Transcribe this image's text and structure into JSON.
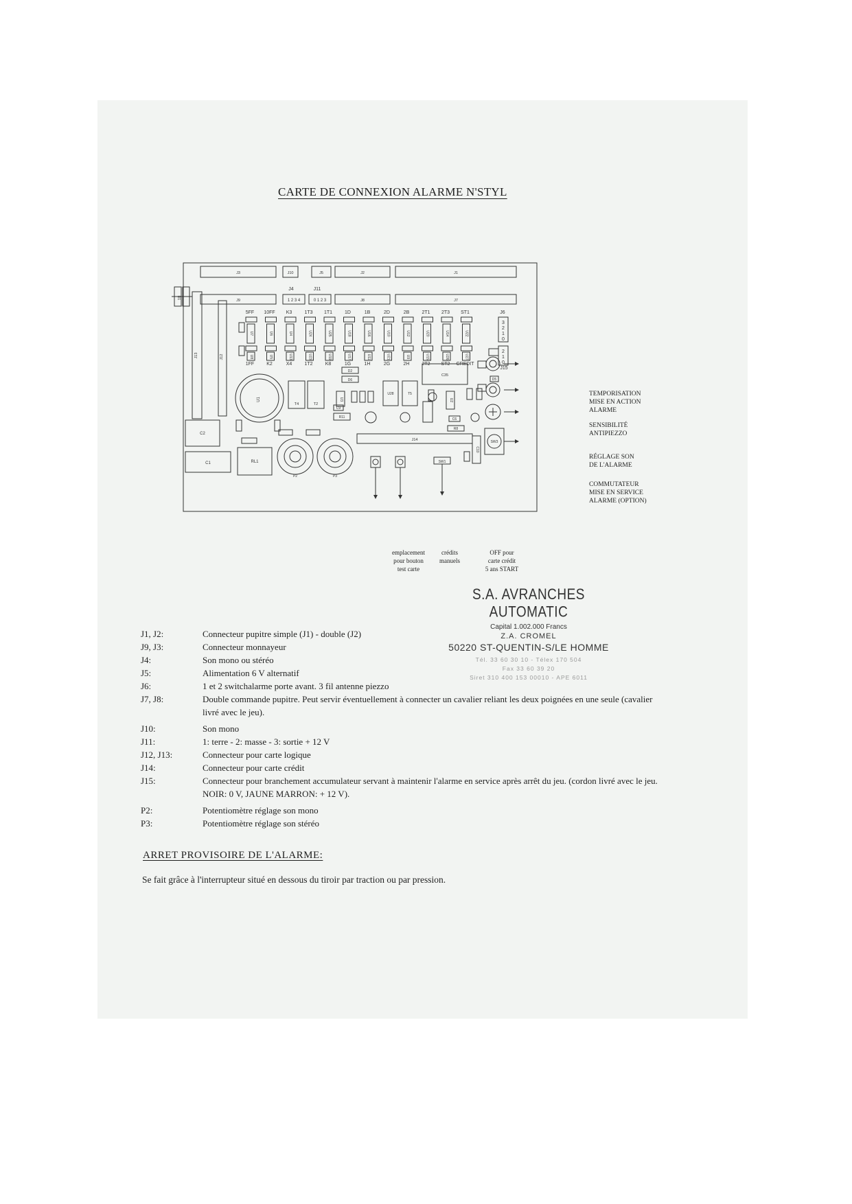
{
  "document": {
    "title": "CARTE DE CONNEXION ALARME N'STYL"
  },
  "diagram": {
    "connectors_top": [
      "J3",
      "J10",
      "J5",
      "J2",
      "J1"
    ],
    "connectors_second": [
      "J9",
      "J8",
      "J7"
    ],
    "j4_label": "J4",
    "j4_pins": "1 2 3 4",
    "j11_label": "J11",
    "j11_pins": "0 1 2 3",
    "j6_label": "J6",
    "j6_pins": "3 2 1 0",
    "j15_label": "J15",
    "j15_pins": "2 1 0",
    "top_labels": [
      "5FF",
      "10FF",
      "K3",
      "1T3",
      "1T1",
      "1D",
      "1B",
      "2D",
      "2B",
      "2T1",
      "2T3",
      "ST1"
    ],
    "bottom_labels": [
      "1FF",
      "K2",
      "X4",
      "1T2",
      "K8",
      "1G",
      "1H",
      "2G",
      "2H",
      "2T2",
      "ST2",
      "CREDIT"
    ],
    "chip_top": [
      "U7",
      "U6",
      "U4",
      "U24",
      "U25",
      "U18",
      "U16",
      "U10",
      "U12",
      "U20",
      "U14",
      "U22"
    ],
    "chip_bottom": [
      "U8",
      "U5",
      "U13",
      "U23",
      "U19",
      "U17",
      "U11",
      "U21",
      "U9",
      "U15",
      "U26",
      "U27"
    ],
    "components": {
      "j13": "J13",
      "j12": "J12",
      "j14": "J14",
      "u1": "U1",
      "t4": "T4",
      "t2": "T2",
      "u3": "U3",
      "u28": "U28",
      "t5": "T5",
      "u2": "U2",
      "c35": "C35",
      "d2": "D2",
      "d6": "D6",
      "c2": "C2",
      "c1": "C1",
      "rl1": "RL1",
      "p2": "P2",
      "p3": "P3",
      "r11": "R11",
      "c9": "C9",
      "d1": "D1",
      "sw1": "SW1",
      "c10": "C10",
      "sw3": "SW3",
      "r8": "R8",
      "c6": "C6",
      "d5": "D5"
    },
    "right_labels": [
      [
        "TEMPORISATION",
        "MISE EN ACTION",
        "ALARME"
      ],
      [
        "SENSIBILITÉ",
        "ANTIPIEZZO"
      ],
      [
        "RÉGLAGE SON",
        "DE L'ALARME"
      ],
      [
        "COMMUTATEUR",
        "MISE EN SERVICE",
        "ALARME (OPTION)"
      ]
    ],
    "bottom_callouts": [
      [
        "emplacement",
        "pour bouton",
        "test carte"
      ],
      [
        "crédits",
        "manuels"
      ],
      [
        "OFF pour",
        "carte crédit",
        "5 ans START"
      ]
    ]
  },
  "stamp": {
    "line1": "S.A. AVRANCHES AUTOMATIC",
    "line2": "Capital 1.002.000 Francs",
    "line3": "Z.A. CROMEL",
    "line4": "50220 ST-QUENTIN-S/LE HOMME",
    "line5": "Tél. 33 60 30 10 - Télex 170 504",
    "line6": "Fax 33 60 39 20",
    "line7": "Siret 310 400 153 00010 - APE 6011"
  },
  "legend": [
    {
      "key": "J1, J2:",
      "value": "Connecteur pupitre simple (J1) - double (J2)"
    },
    {
      "key": "J9, J3:",
      "value": "Connecteur monnayeur"
    },
    {
      "key": "J4:",
      "value": "Son mono ou stéréo"
    },
    {
      "key": "J5:",
      "value": "Alimentation 6 V alternatif"
    },
    {
      "key": "J6:",
      "value": "1 et 2 switchalarme porte avant. 3 fil antenne piezzo"
    },
    {
      "key": "J7, J8:",
      "value": "Double commande pupitre. Peut servir éventuellement à connecter un cavalier reliant les deux poignées en une seule (cavalier livré avec le jeu)."
    },
    {
      "key": "J10:",
      "value": "Son mono"
    },
    {
      "key": "J11:",
      "value": "1: terre - 2: masse - 3: sortie + 12 V"
    },
    {
      "key": "J12, J13:",
      "value": "Connecteur pour carte logique"
    },
    {
      "key": "J14:",
      "value": "Connecteur pour carte crédit"
    },
    {
      "key": "J15:",
      "value": "Connecteur pour branchement accumulateur servant à maintenir l'alarme en service après arrêt du jeu. (cordon livré avec le jeu. NOIR: 0 V, JAUNE MARRON: + 12 V)."
    },
    {
      "key": "P2:",
      "value": "Potentiomètre réglage son mono"
    },
    {
      "key": "P3:",
      "value": "Potentiomètre réglage son stéréo"
    }
  ],
  "section": {
    "heading": "ARRET PROVISOIRE DE L'ALARME:",
    "text": "Se fait grâce à l'interrupteur situé en dessous du tiroir par traction ou par pression."
  }
}
